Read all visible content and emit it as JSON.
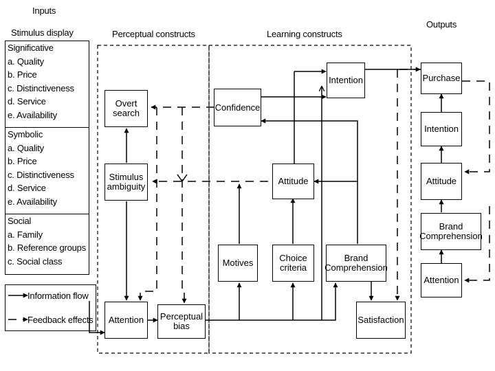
{
  "headings": {
    "inputs": "Inputs",
    "stimulus_display": "Stimulus display",
    "perceptual_constructs": "Perceptual constructs",
    "learning_constructs": "Learning constructs",
    "outputs": "Outputs"
  },
  "inputs": {
    "significative": {
      "title": "Significative",
      "items": [
        "a. Quality",
        "b. Price",
        "c. Distinctiveness",
        "d. Service",
        "e. Availability"
      ]
    },
    "symbolic": {
      "title": "Symbolic",
      "items": [
        "a. Quality",
        "b. Price",
        "c. Distinctiveness",
        "d. Service",
        "e. Availability"
      ]
    },
    "social": {
      "title": "Social",
      "items": [
        "a. Family",
        "b. Reference groups",
        "c. Social class"
      ]
    }
  },
  "legend": {
    "information_flow": "Information flow",
    "feedback_effects": "Feedback effects"
  },
  "perceptual": {
    "overt_search": "Overt\nsearch",
    "stimulus_ambiguity": "Stimulus\nambiguity",
    "attention": "Attention",
    "perceptual_bias": "Perceptual\nbias"
  },
  "learning": {
    "confidence": "Confidence",
    "intention": "Intention",
    "attitude": "Attitude",
    "motives": "Motives",
    "choice_criteria": "Choice\ncriteria",
    "brand_comprehension": "Brand\nComprehension",
    "satisfaction": "Satisfaction"
  },
  "outputs": {
    "purchase": "Purchase",
    "intention": "Intention",
    "attitude": "Attitude",
    "brand_comprehension": "Brand\nComprehension",
    "attention": "Attention"
  }
}
